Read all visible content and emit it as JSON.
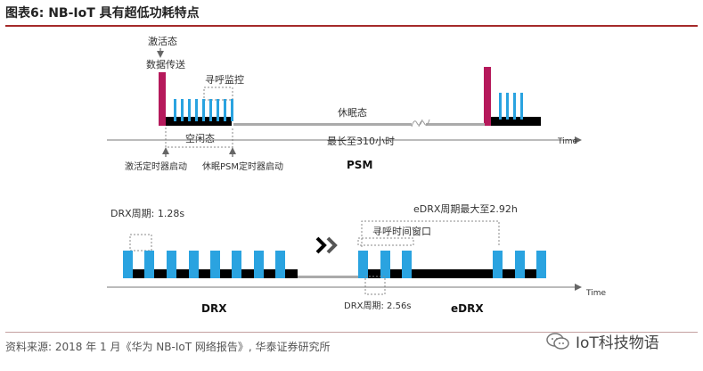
{
  "header": {
    "title": "图表6:  NB-IoT 具有超低功耗特点"
  },
  "psm": {
    "active_state": "激活态",
    "data_transfer": "数据传送",
    "paging_monitor": "寻呼监控",
    "idle_state": "空闲态",
    "sleep_state": "休眠态",
    "max_duration": "最长至310小时",
    "active_timer_start": "激活定时器启动",
    "psm_timer_start": "休眠PSM定时器启动",
    "section_label": "PSM",
    "time_label": "Time"
  },
  "drx": {
    "period_label": "DRX周期: 1.28s",
    "section_label": "DRX",
    "time_label": "Time"
  },
  "edrx": {
    "max_period": "eDRX周期最大至2.92h",
    "paging_window": "寻呼时间窗口",
    "drx_period_label": "DRX周期: 2.56s",
    "section_label": "eDRX"
  },
  "footer": {
    "source": "资料来源: 2018 年 1 月《华为 NB-IoT 网络报告》, 华泰证券研究所"
  },
  "watermark": {
    "text": "IoT科技物语",
    "icon": "wechat-icon"
  },
  "colors": {
    "accent_bar": "#b5195b",
    "cycle_blue": "#2aa3e0",
    "rule_red": "#a52a2a"
  }
}
